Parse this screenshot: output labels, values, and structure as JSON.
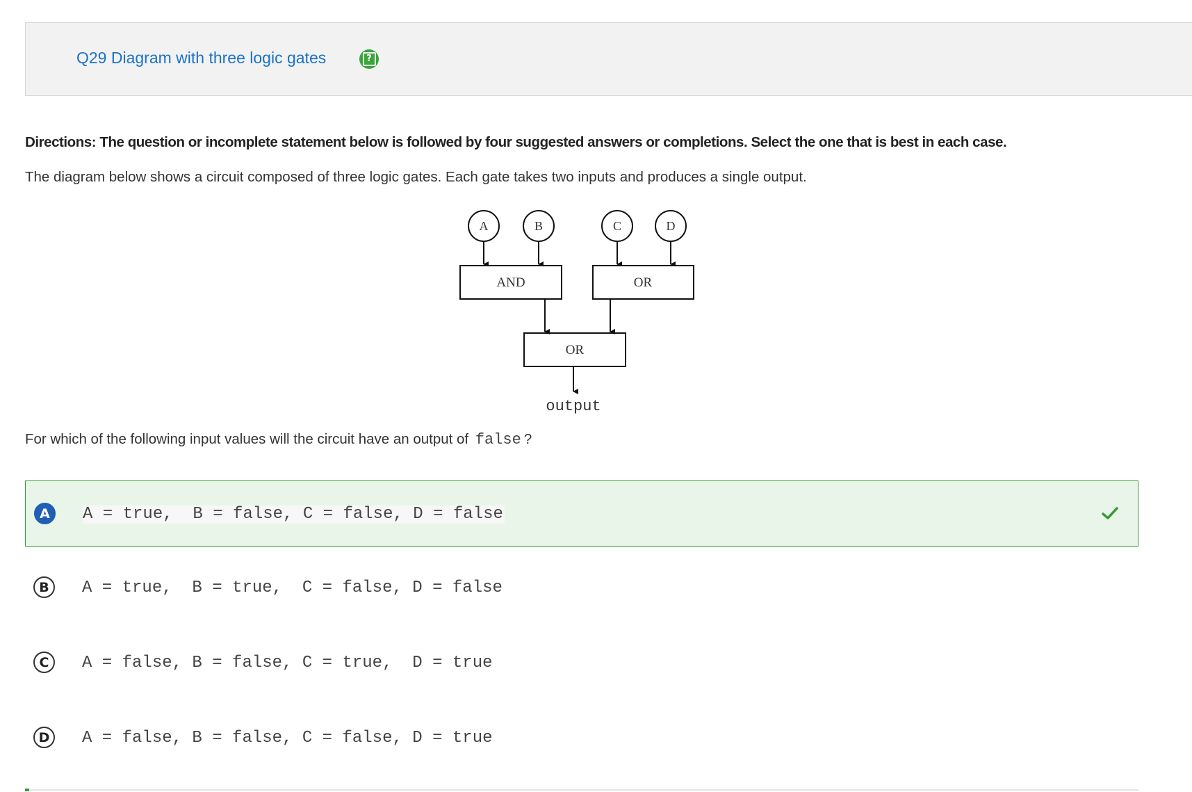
{
  "header": {
    "title": "Q29 Diagram with three logic gates",
    "help_icon": "help-icon"
  },
  "directions": "Directions: The question or incomplete statement below is followed by four suggested answers or completions. Select the one that is best in each case.",
  "intro": "The diagram below shows a circuit composed of three logic gates. Each gate takes two inputs and produces a single output.",
  "diagram": {
    "inputs": [
      "A",
      "B",
      "C",
      "D"
    ],
    "gates": {
      "left": "AND",
      "right": "OR",
      "bottom": "OR"
    },
    "output_label": "output"
  },
  "question": {
    "text_before": "For which of the following input values will the circuit have an output of",
    "code": "false",
    "text_after": "?"
  },
  "choices": [
    {
      "letter": "A",
      "text": "A = true,  B = false, C = false, D = false",
      "correct": true
    },
    {
      "letter": "B",
      "text": "A = true,  B = true,  C = false, D = false",
      "correct": false
    },
    {
      "letter": "C",
      "text": "A = false, B = false, C = true,  D = true",
      "correct": false
    },
    {
      "letter": "D",
      "text": "A = false, B = false, C = false, D = true",
      "correct": false
    }
  ],
  "colors": {
    "link": "#1a73c8",
    "correct_bg": "#e9f5e9",
    "correct_border": "#3a9a3a",
    "selected_letter": "#1f5fb5",
    "help_icon": "#3aa63a"
  }
}
